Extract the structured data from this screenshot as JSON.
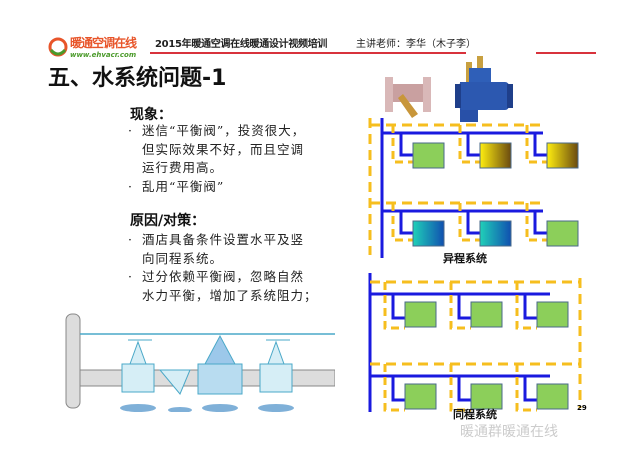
{
  "header": {
    "logo_text": "暖通空调在线",
    "logo_url_text": "www.ehvacr.com",
    "title": "2015年暖通空调在线暖通设计视频培训",
    "teacher": "主讲老师：李华（木子李）"
  },
  "page_title": "五、水系统问题-1",
  "phenomenon": {
    "heading": "现象：",
    "bullets": [
      {
        "lines": [
          "迷信“平衡阀”，投资很大，",
          "但实际效果不好，而且空调",
          "运行费用高。"
        ]
      },
      {
        "lines": [
          "乱用“平衡阀”"
        ]
      }
    ]
  },
  "cause": {
    "heading": "原因/对策：",
    "bullets": [
      {
        "lines": [
          "酒店具备条件设置水平及竖",
          "向同程系统。"
        ]
      },
      {
        "lines": [
          "过分依赖平衡阀，忽略自然",
          "水力平衡，增加了系统阻力；"
        ]
      }
    ]
  },
  "diagram": {
    "reverse_return_label": "异程系统",
    "direct_return_label": "同程系统",
    "colors": {
      "supply": "#1a1adf",
      "return": "#f6be1e",
      "unit_green": "#8ccf5a"
    }
  },
  "page_number": "29",
  "watermark": "暖通群暖通在线"
}
